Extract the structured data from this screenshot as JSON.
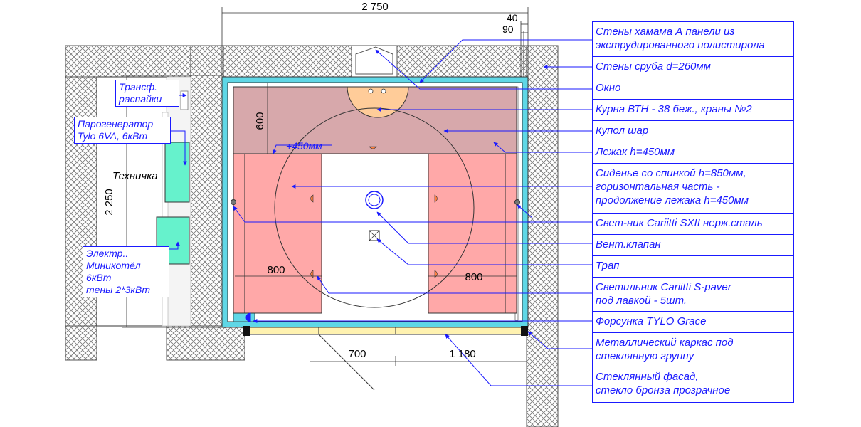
{
  "dimensions": {
    "top_total": "2 750",
    "top_small_1": "40",
    "top_small_2": "90",
    "left_depth": "2 250",
    "kurna_depth": "600",
    "bench_left": "800",
    "bench_right": "800",
    "bottom_left": "700",
    "bottom_right": "1 180"
  },
  "labels": {
    "elevation": "+450мм",
    "technical_room": "Техничка",
    "transformer": [
      "Трансф.",
      "распайки"
    ],
    "steam_generator": [
      "Парогенератор",
      "Tylo 6VA, 6кВт"
    ],
    "boiler": [
      "Электр..",
      "Миникотёл",
      "6кВт",
      "тены 2*3кВт"
    ]
  },
  "callouts": [
    {
      "lines": [
        "Стены хамама А панели из",
        "экструдированного полистирола"
      ]
    },
    {
      "lines": [
        "Стены сруба d=260мм"
      ]
    },
    {
      "lines": [
        "Окно"
      ]
    },
    {
      "lines": [
        "Курна ВТН - 38 беж., краны №2"
      ]
    },
    {
      "lines": [
        "Купол шар"
      ]
    },
    {
      "lines": [
        "Лежак h=450мм"
      ]
    },
    {
      "lines": [
        "Сиденье со спинкой h=850мм,",
        "горизонтальная часть -",
        "продолжение лежака h=450мм"
      ]
    },
    {
      "lines": [
        "Свет-ник  Cariitti SXII нерж.сталь"
      ]
    },
    {
      "lines": [
        "Вент.клапан"
      ]
    },
    {
      "lines": [
        "Трап"
      ]
    },
    {
      "lines": [
        "Светильник  Cariitti S-paver",
        "под лавкой - 5шт."
      ]
    },
    {
      "lines": [
        "Форсунка TYLO Grace"
      ]
    },
    {
      "lines": [
        "Металлический каркас под",
        "стеклянную группу"
      ]
    },
    {
      "lines": [
        "Стеклянный фасад,",
        "стекло бронза прозрачное"
      ]
    }
  ],
  "colors": {
    "callout_blue": "#1a1aff",
    "panel_cyan": "#5fd7e6",
    "lounger": "#d7a8ab",
    "bench": "#ffa8a8",
    "kurna": "#ffcc99",
    "equipment": "#66f2cc",
    "glass": "#fff2b0"
  }
}
